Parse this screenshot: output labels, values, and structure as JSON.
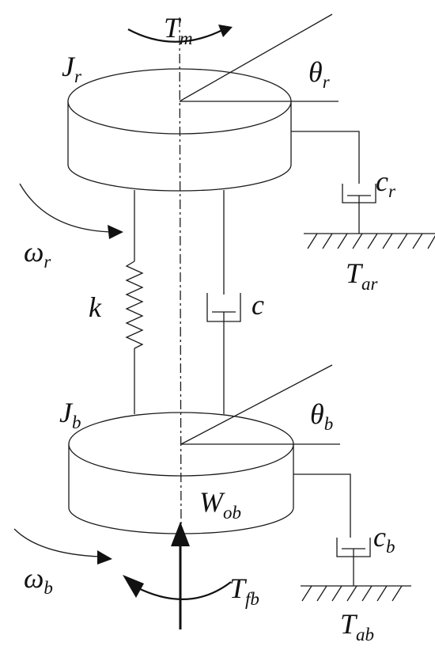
{
  "labels": {
    "Tm": {
      "main": "T",
      "sub": "m"
    },
    "Jr": {
      "main": "J",
      "sub": "r"
    },
    "theta_r": {
      "main": "θ",
      "sub": "r"
    },
    "cr": {
      "main": "c",
      "sub": "r"
    },
    "Tar": {
      "main": "T",
      "sub": "ar"
    },
    "omega_r": {
      "main": "ω",
      "sub": "r"
    },
    "k": {
      "main": "k",
      "sub": ""
    },
    "c": {
      "main": "c",
      "sub": ""
    },
    "Jb": {
      "main": "J",
      "sub": "b"
    },
    "theta_b": {
      "main": "θ",
      "sub": "b"
    },
    "Wob": {
      "main": "W",
      "sub": "ob"
    },
    "cb": {
      "main": "c",
      "sub": "b"
    },
    "omega_b": {
      "main": "ω",
      "sub": "b"
    },
    "Tfb": {
      "main": "T",
      "sub": "fb"
    },
    "Tab": {
      "main": "T",
      "sub": "ab"
    }
  },
  "colors": {
    "line": "#1a1a1a",
    "background": "#ffffff"
  }
}
